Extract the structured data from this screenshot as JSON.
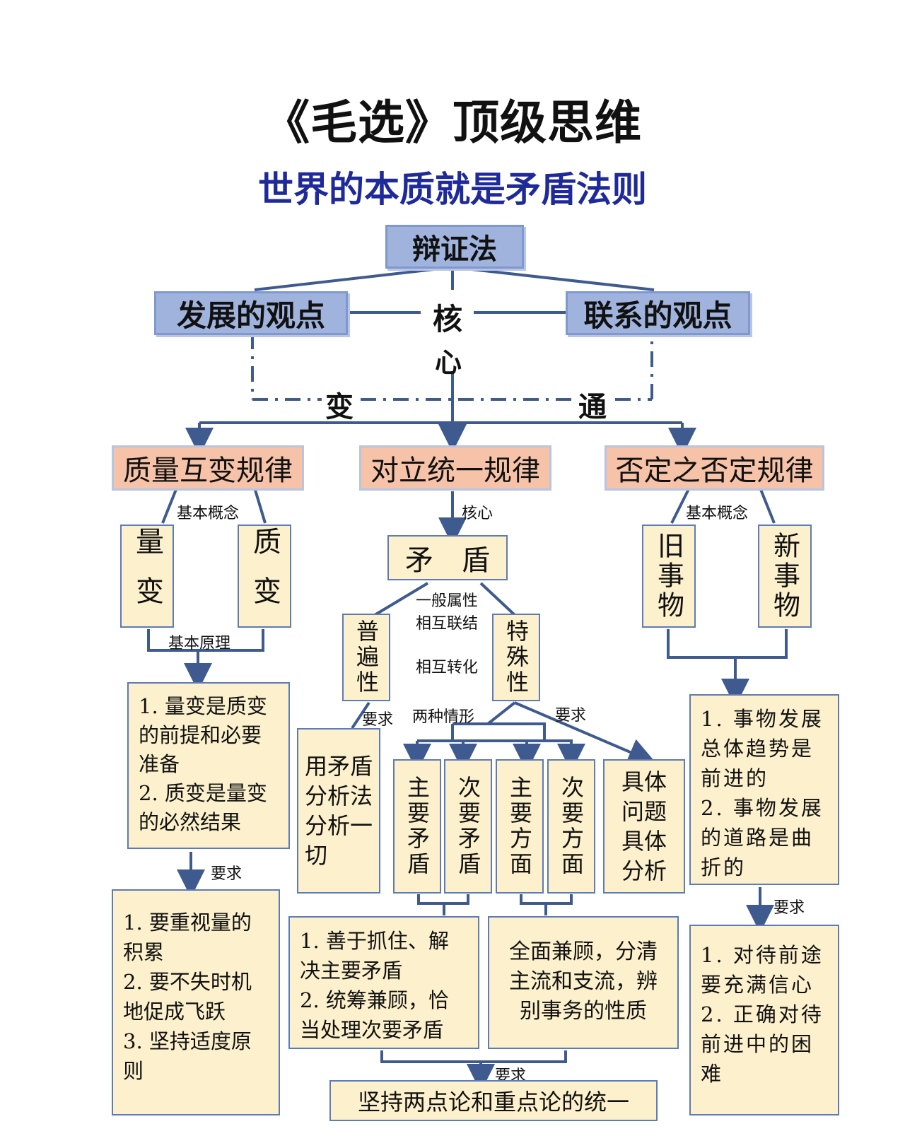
{
  "title": "《毛选》顶级思维",
  "subtitle": "世界的本质就是矛盾法则",
  "top": {
    "root": "辩证法",
    "left": "发展的观点",
    "right": "联系的观点",
    "core": "核",
    "core2": "心",
    "bian": "变",
    "tong": "通"
  },
  "laws": {
    "left": "质量互变规律",
    "middle": "对立统一规律",
    "right": "否定之否定规律"
  },
  "left_col": {
    "concept_label": "基本概念",
    "liang": "量变",
    "zhi": "质变",
    "principle_label": "基本原理",
    "principle": "1. 量变是质变的前提和必要准备\n2. 质变是量变的必然结果",
    "req_label": "要求",
    "req": "1. 要重视量的积累\n2. 要不失时机地促成飞跃\n3. 坚持适度原则"
  },
  "mid_col": {
    "core_label": "核心",
    "maodun": "矛　盾",
    "attr1": "一般属性",
    "attr2": "相互联结",
    "attr3": "相互转化",
    "pubian": "普遍性",
    "teshu": "特殊性",
    "req_label1": "要求",
    "two_cases": "两种情形",
    "req_label2": "要求",
    "method": "用矛盾分析法分析一切",
    "zhuyao_maodun": "主要矛盾",
    "ciyao_maodun": "次要矛盾",
    "zhuyao_fangmian": "主要方面",
    "ciyao_fangmian": "次要方面",
    "concrete": "具体问题具体分析",
    "box_a": "1. 善于抓住、解决主要矛盾\n2. 统筹兼顾，恰当处理次要矛盾",
    "box_b": "全面兼顾，分清主流和支流，辨别事务的性质",
    "req_label3": "要求",
    "bottom": "坚持两点论和重点论的统一"
  },
  "right_col": {
    "concept_label": "基本概念",
    "old": "旧事物",
    "new": "新事物",
    "principle": "1. 事物发展总体趋势是前进的\n2. 事物发展的道路是曲折的",
    "req_label": "要求",
    "req": "1. 对待前途要充满信心\n2. 正确对待前进中的困难"
  }
}
